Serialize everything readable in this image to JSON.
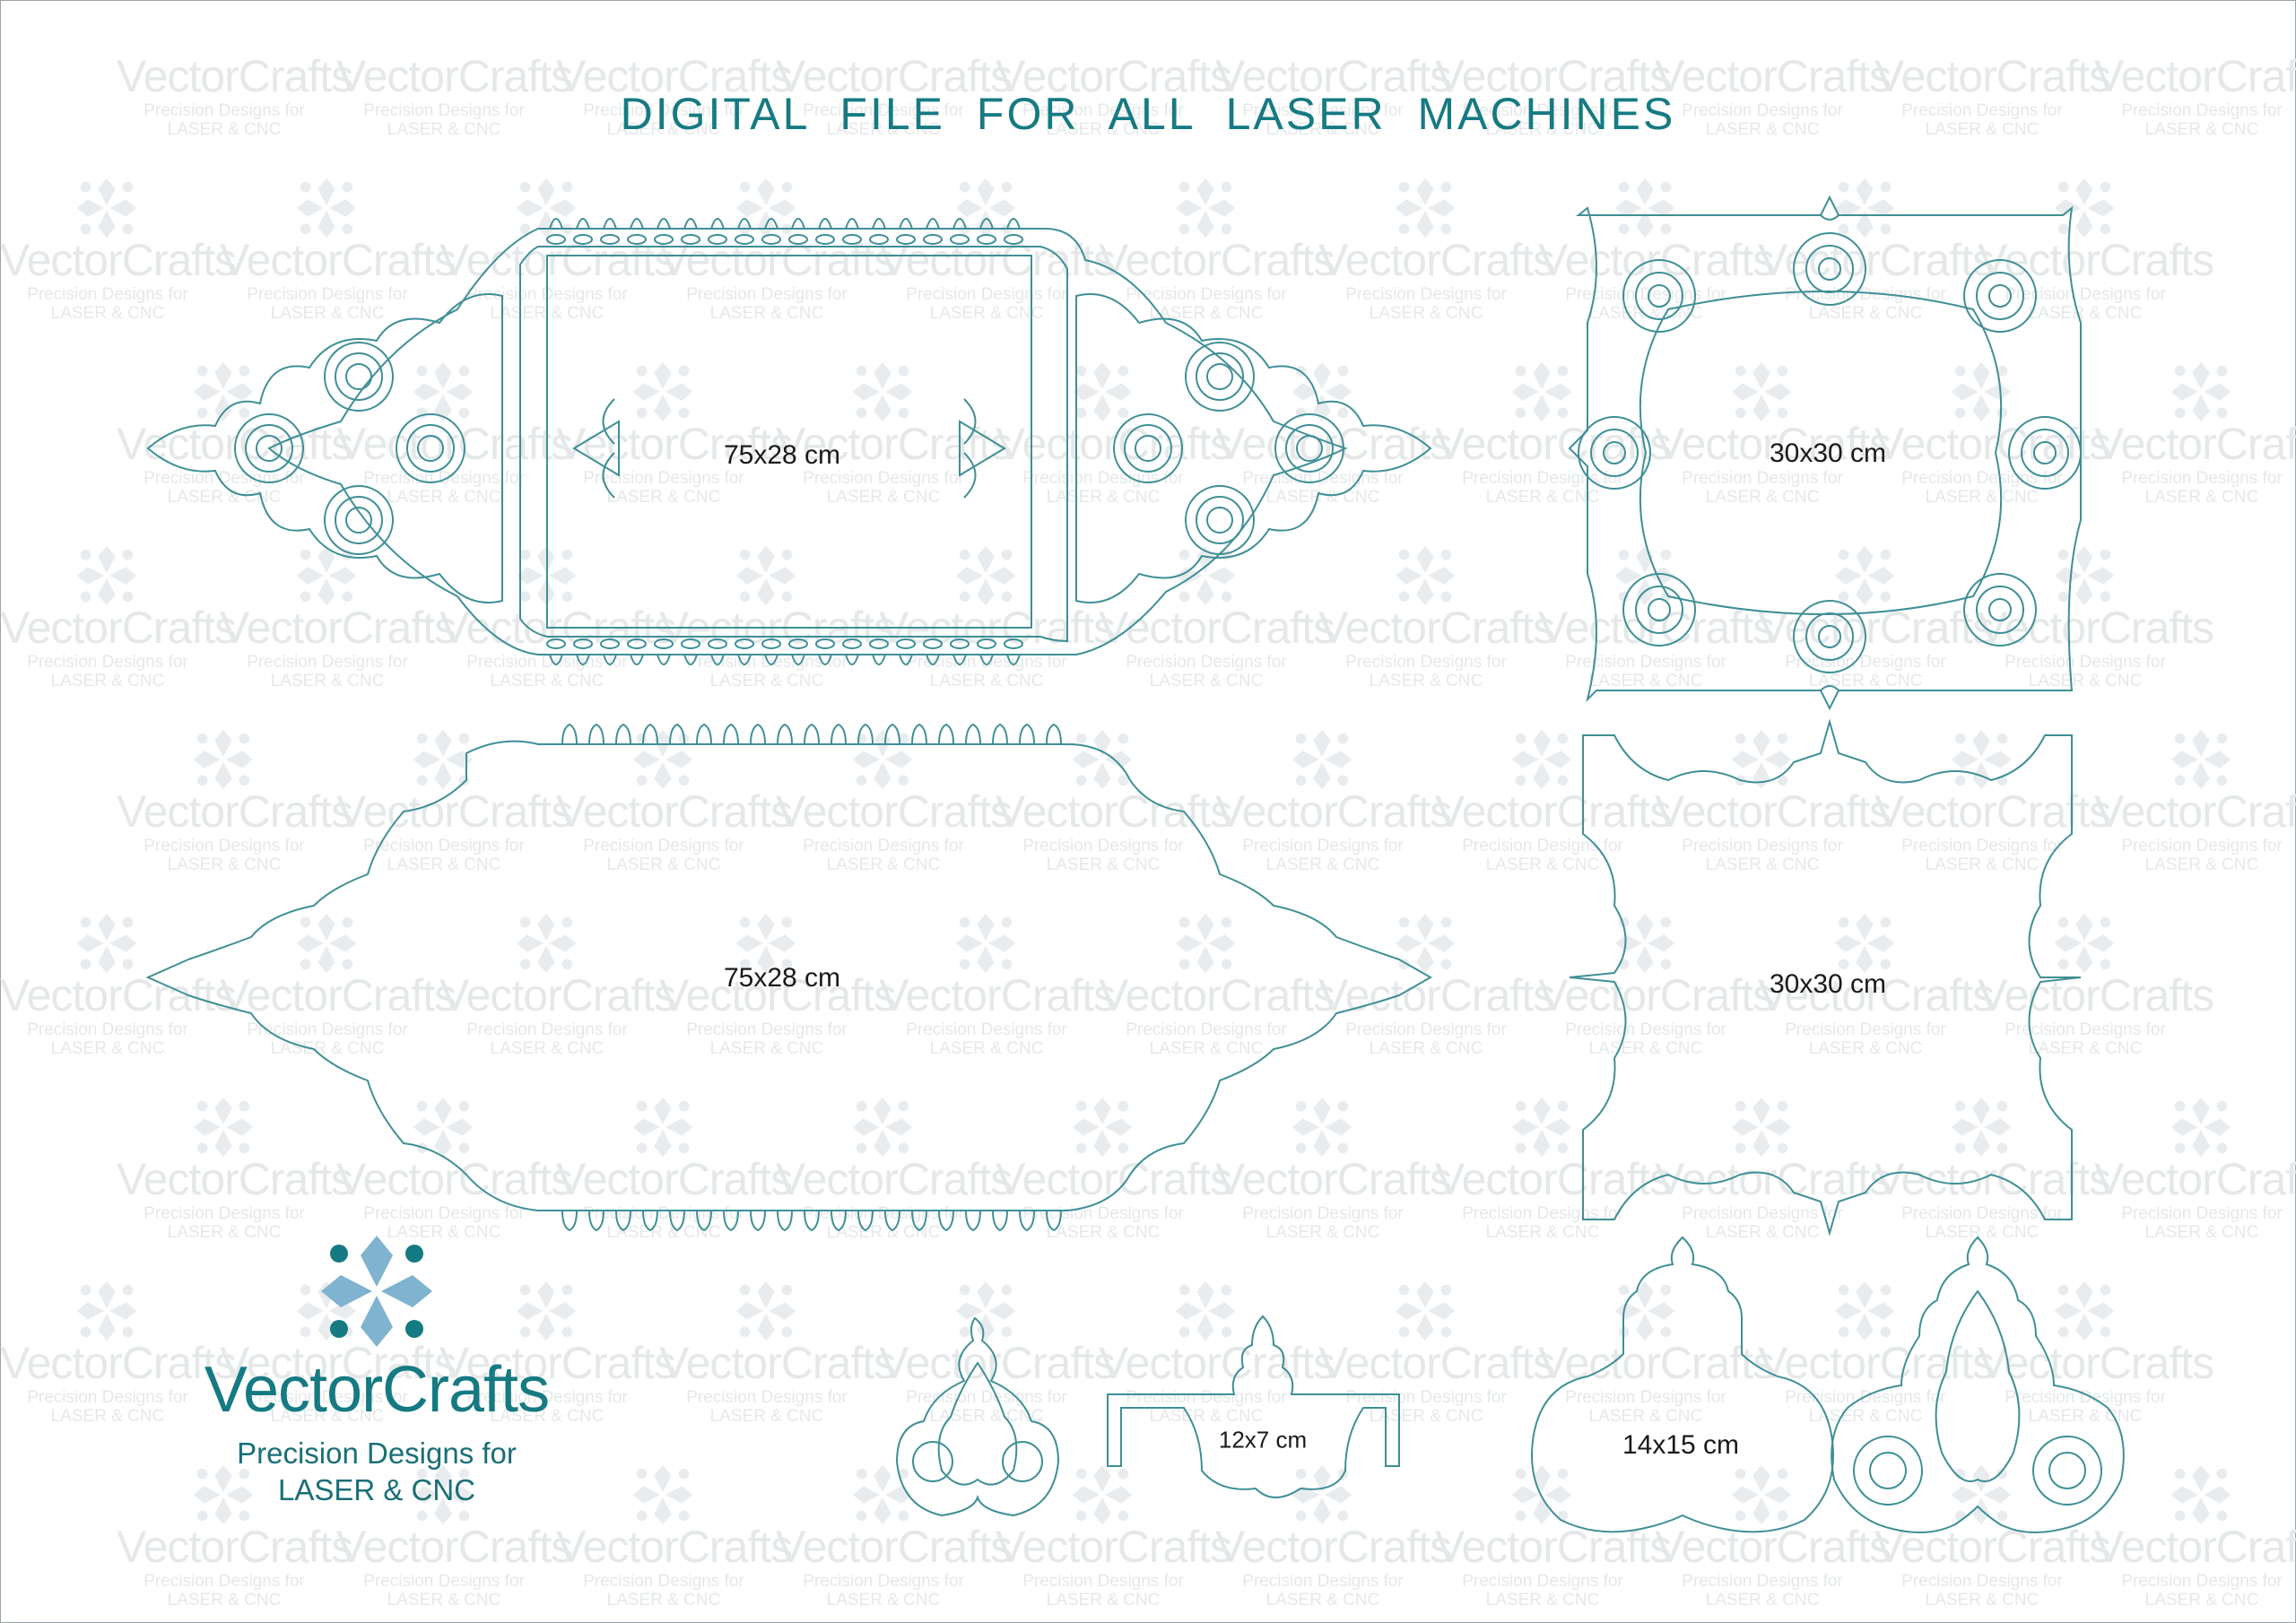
{
  "header": {
    "title": "DIGITAL FILE FOR ALL LASER MACHINES"
  },
  "watermark": {
    "brand": "VectorCrafts",
    "tagline_line1": "Precision Designs for",
    "tagline_line2": "LASER & CNC",
    "color": "#e5e8e9"
  },
  "pieces": [
    {
      "id": "tray-frame",
      "dimension": "75x28 cm"
    },
    {
      "id": "square-frame",
      "dimension": "30x30 cm"
    },
    {
      "id": "tray-base",
      "dimension": "75x28 cm"
    },
    {
      "id": "square-base",
      "dimension": "30x30 cm"
    },
    {
      "id": "holder",
      "dimension": "12x7 cm"
    },
    {
      "id": "ornament",
      "dimension": "14x15 cm"
    }
  ],
  "logo": {
    "name": "VectorCrafts",
    "tagline_line1": "Precision Designs for",
    "tagline_line2": "LASER & CNC",
    "accent_light": "#7fb3cf",
    "accent_dark": "#167a82"
  },
  "colors": {
    "line": "#3f8f96",
    "title": "#167a82"
  }
}
